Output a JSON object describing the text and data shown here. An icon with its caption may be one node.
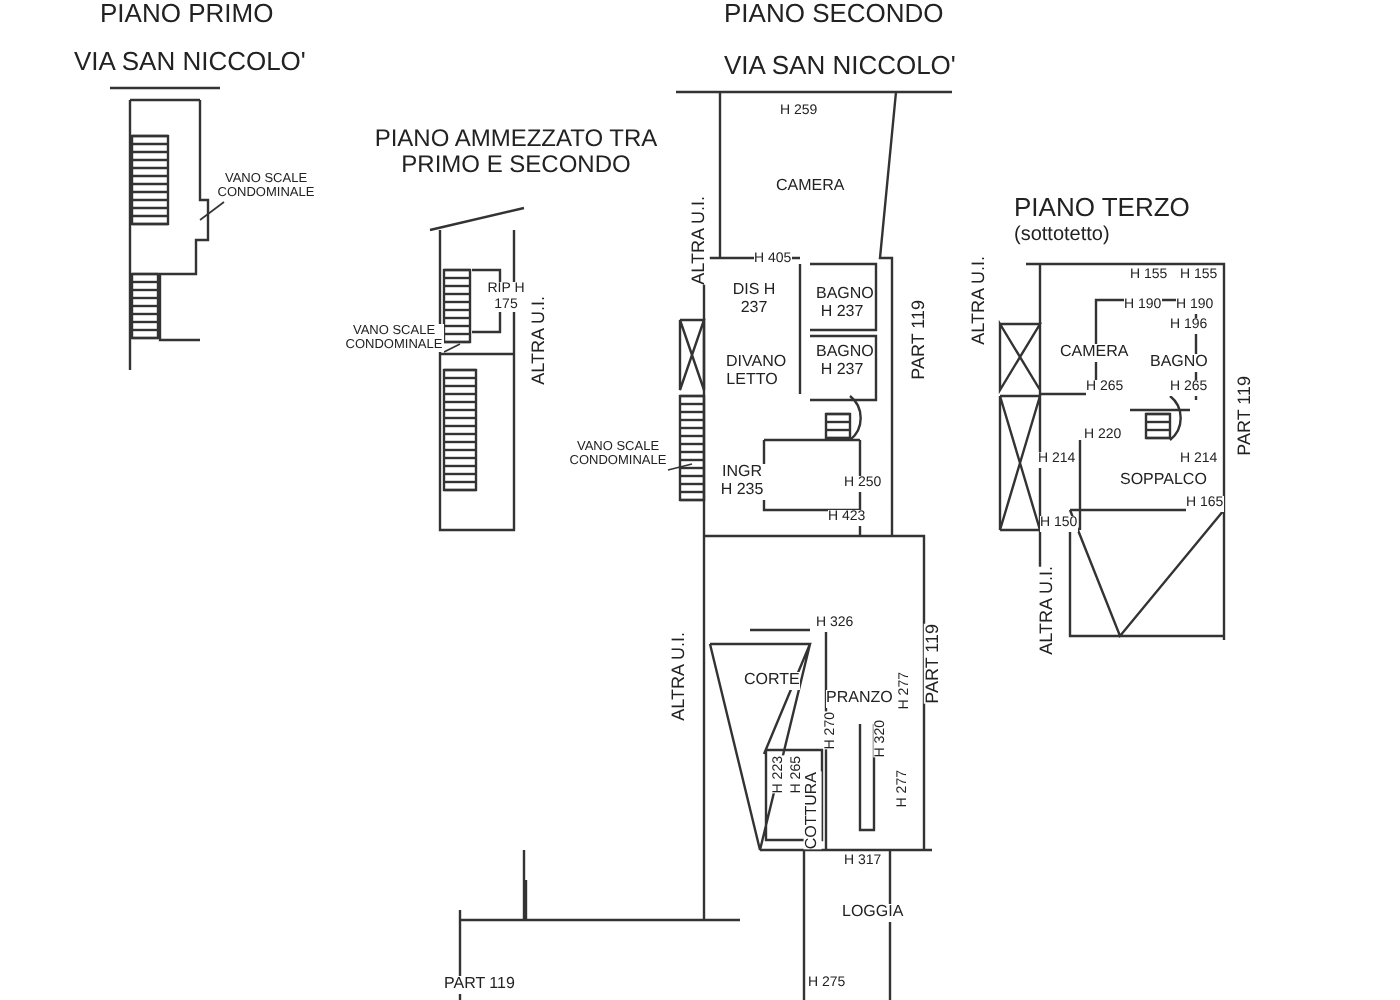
{
  "diagram": {
    "nodes": [
      {
        "text": [
          "VANO SCALE CONDOMINALE"
        ]
      },
      {
        "text": [
          "VANO SCALE CONDOMINALE"
        ]
      },
      {
        "text": [
          "VANO SCALE CONDOMINALE"
        ]
      }
    ],
    "edges": [
      {
        "from": 0,
        "to": null,
        "arrow": "none"
      },
      {
        "from": 1,
        "to": null,
        "arrow": "none"
      },
      {
        "from": 2,
        "to": null,
        "arrow": "none"
      }
    ],
    "labels": [
      "PIANO PRIMO",
      "PIANO SECONDO",
      "VIA SAN NICCOLO'",
      "VIA SAN NICCOLO'",
      "PIANO AMMEZZATO TRA PRIMO E SECONDO",
      "H 259",
      "CAMERA",
      "ALTRA U.I.",
      "PIANO TERZO",
      "(sottotetto)",
      "RIP H 175",
      "ALTRA U.I.",
      "H 405",
      "DIS H 237",
      "BAGNO H 237",
      "ALTRA U.I.",
      "PART 119",
      "H 155",
      "H 155",
      "H 190",
      "H 190",
      "H 196",
      "CAMERA",
      "BAGNO",
      "DIVANO LETTO",
      "BAGNO H 237",
      "H 265",
      "H 265",
      "PART 119",
      "H 220",
      "H 214",
      "H 214",
      "SOPPALCO",
      "INGR H 235",
      "H 250",
      "H 423",
      "H 150",
      "H 165",
      "ALTRA U.I.",
      "H 326",
      "ALTRA U.I.",
      "CORTE",
      "PRANZO",
      "H 277",
      "PART 119",
      "H 270",
      "H 320",
      "H 223",
      "H 265",
      "COTTURA",
      "H 277",
      "H 317",
      "LOGGIA",
      "PART 119",
      "H 275"
    ]
  }
}
